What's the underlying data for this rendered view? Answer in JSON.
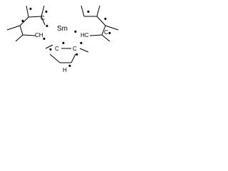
{
  "structure": {
    "metal_label": "Sm",
    "ring_left": {
      "ch_label": "CH",
      "c_label": "C",
      "radical_marks": [
        "•",
        "•",
        "•",
        "•"
      ]
    },
    "ring_right": {
      "hc_label": "HC",
      "c_label": "C",
      "radical_marks": [
        "•",
        "•",
        "•",
        "•"
      ]
    },
    "ring_bottom": {
      "h_label": "H",
      "c_label": "C",
      "radical_marks": [
        "•",
        "•",
        "•",
        "•",
        "•"
      ]
    },
    "metal_mark": "•"
  }
}
